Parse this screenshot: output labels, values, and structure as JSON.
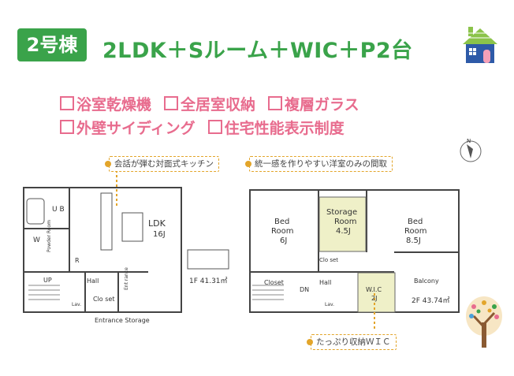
{
  "header": {
    "building_badge": "2号棟",
    "headline": "2LDK＋Sルーム＋WIC＋P2台"
  },
  "features": {
    "row1": [
      "浴室乾燥機",
      "全居室収納",
      "複層ガラス"
    ],
    "row2": [
      "外壁サイディング",
      "住宅性能表示制度"
    ]
  },
  "notes": {
    "kitchen": "会話が弾む対面式キッチン",
    "western_room": "統一感を作りやすい洋室のみの間取",
    "wic": "たっぷり収納ＷＩＣ"
  },
  "floor1": {
    "ub": "U B",
    "ldk": "LDK",
    "ldk_size": "16J",
    "w": "W",
    "powder": "Powder Room",
    "r": "R",
    "up": "UP",
    "hall": "Hall",
    "lav": "Lav.",
    "closet": "Clo set",
    "entrance": "Ent rance",
    "entrance_storage": "Entrance Storage",
    "area": "1F 41.31㎡"
  },
  "floor2": {
    "bed1": "Bed",
    "bed1b": "Room",
    "bed1_size": "6J",
    "storage": "Storage",
    "storage_room": "Room",
    "storage_size": "4.5J",
    "bed2": "Bed",
    "bed2b": "Room",
    "bed2_size": "8.5J",
    "closet_small": "Clo set",
    "closet": "Closet",
    "dn": "DN",
    "hall": "Hall",
    "wic": "W.I.C",
    "wic_size": "2J",
    "lav": "Lav.",
    "balcony": "Balcony",
    "area": "2F 43.74㎡"
  },
  "compass": {
    "label": "N"
  },
  "colors": {
    "green": "#3aa34a",
    "pink": "#e86c8e",
    "orange": "#e3a52a",
    "storage_fill": "#eff0c8"
  }
}
